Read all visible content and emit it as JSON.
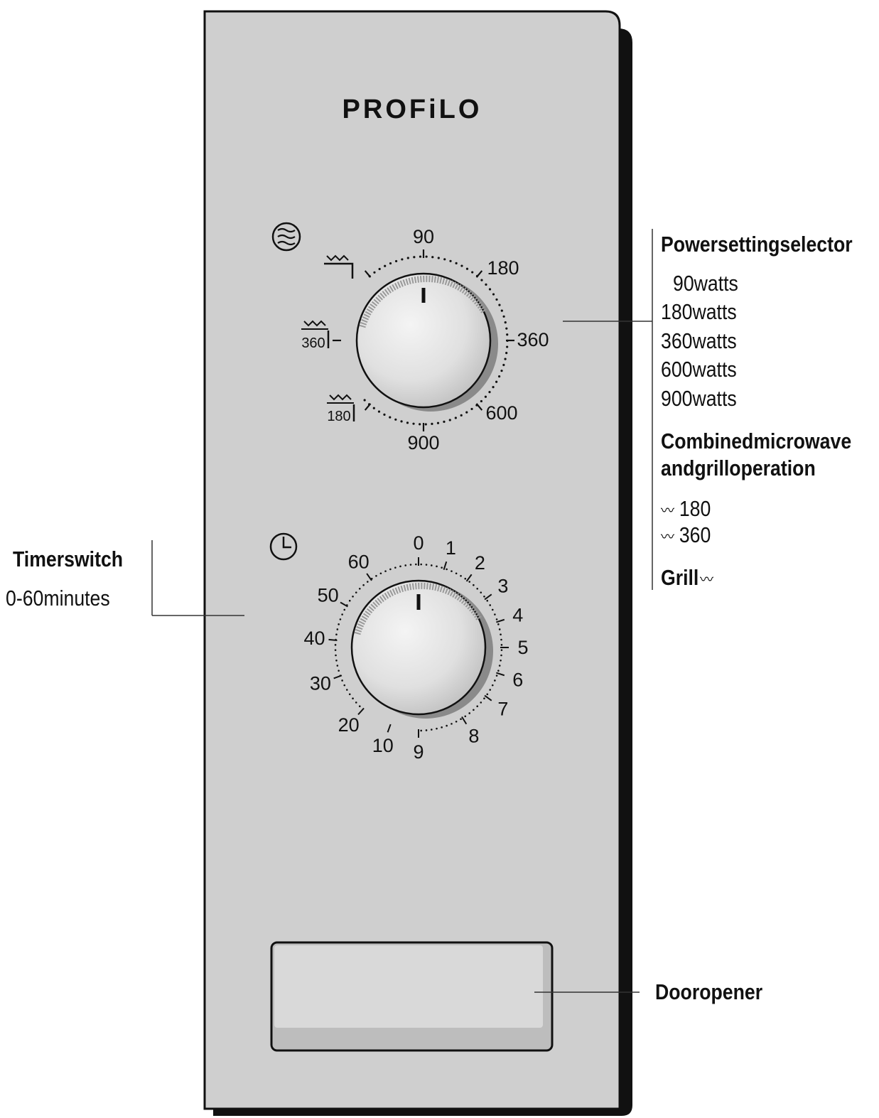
{
  "brand": "PROFiLO",
  "power_selector": {
    "heading": "Powersettingselector",
    "watts": [
      "90watts",
      "180watts",
      "360watts",
      "600watts",
      "900watts"
    ],
    "dial_labels": {
      "top": "90",
      "upper_right": "180",
      "right": "360",
      "lower_right": "600",
      "bottom": "900",
      "combo_low": "180",
      "combo_high": "360"
    }
  },
  "combined": {
    "heading_line1": "Combinedmicrowave",
    "heading_line2": "andgrilloperation",
    "items": [
      "180",
      "360"
    ],
    "grill_label": "Grill"
  },
  "timer": {
    "heading": "Timerswitch",
    "range": "0-60minutes",
    "dial_labels": [
      "0",
      "1",
      "2",
      "3",
      "4",
      "5",
      "6",
      "7",
      "8",
      "9",
      "10",
      "20",
      "30",
      "40",
      "50",
      "60"
    ]
  },
  "door": {
    "label": "Dooropener"
  }
}
